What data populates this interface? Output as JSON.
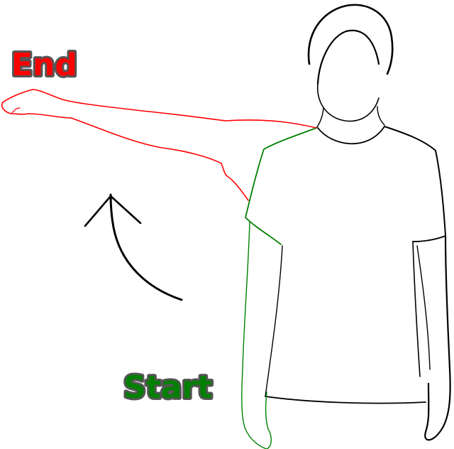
{
  "labels": {
    "end": "End",
    "start": "Start"
  },
  "colors": {
    "end_arm": "#ff0000",
    "start_arm": "#008000",
    "body_outline": "#000000",
    "label_outline": "#555555",
    "background": "#ffffff"
  },
  "icons": {
    "motion_arrow": "curved-arrow-up"
  }
}
